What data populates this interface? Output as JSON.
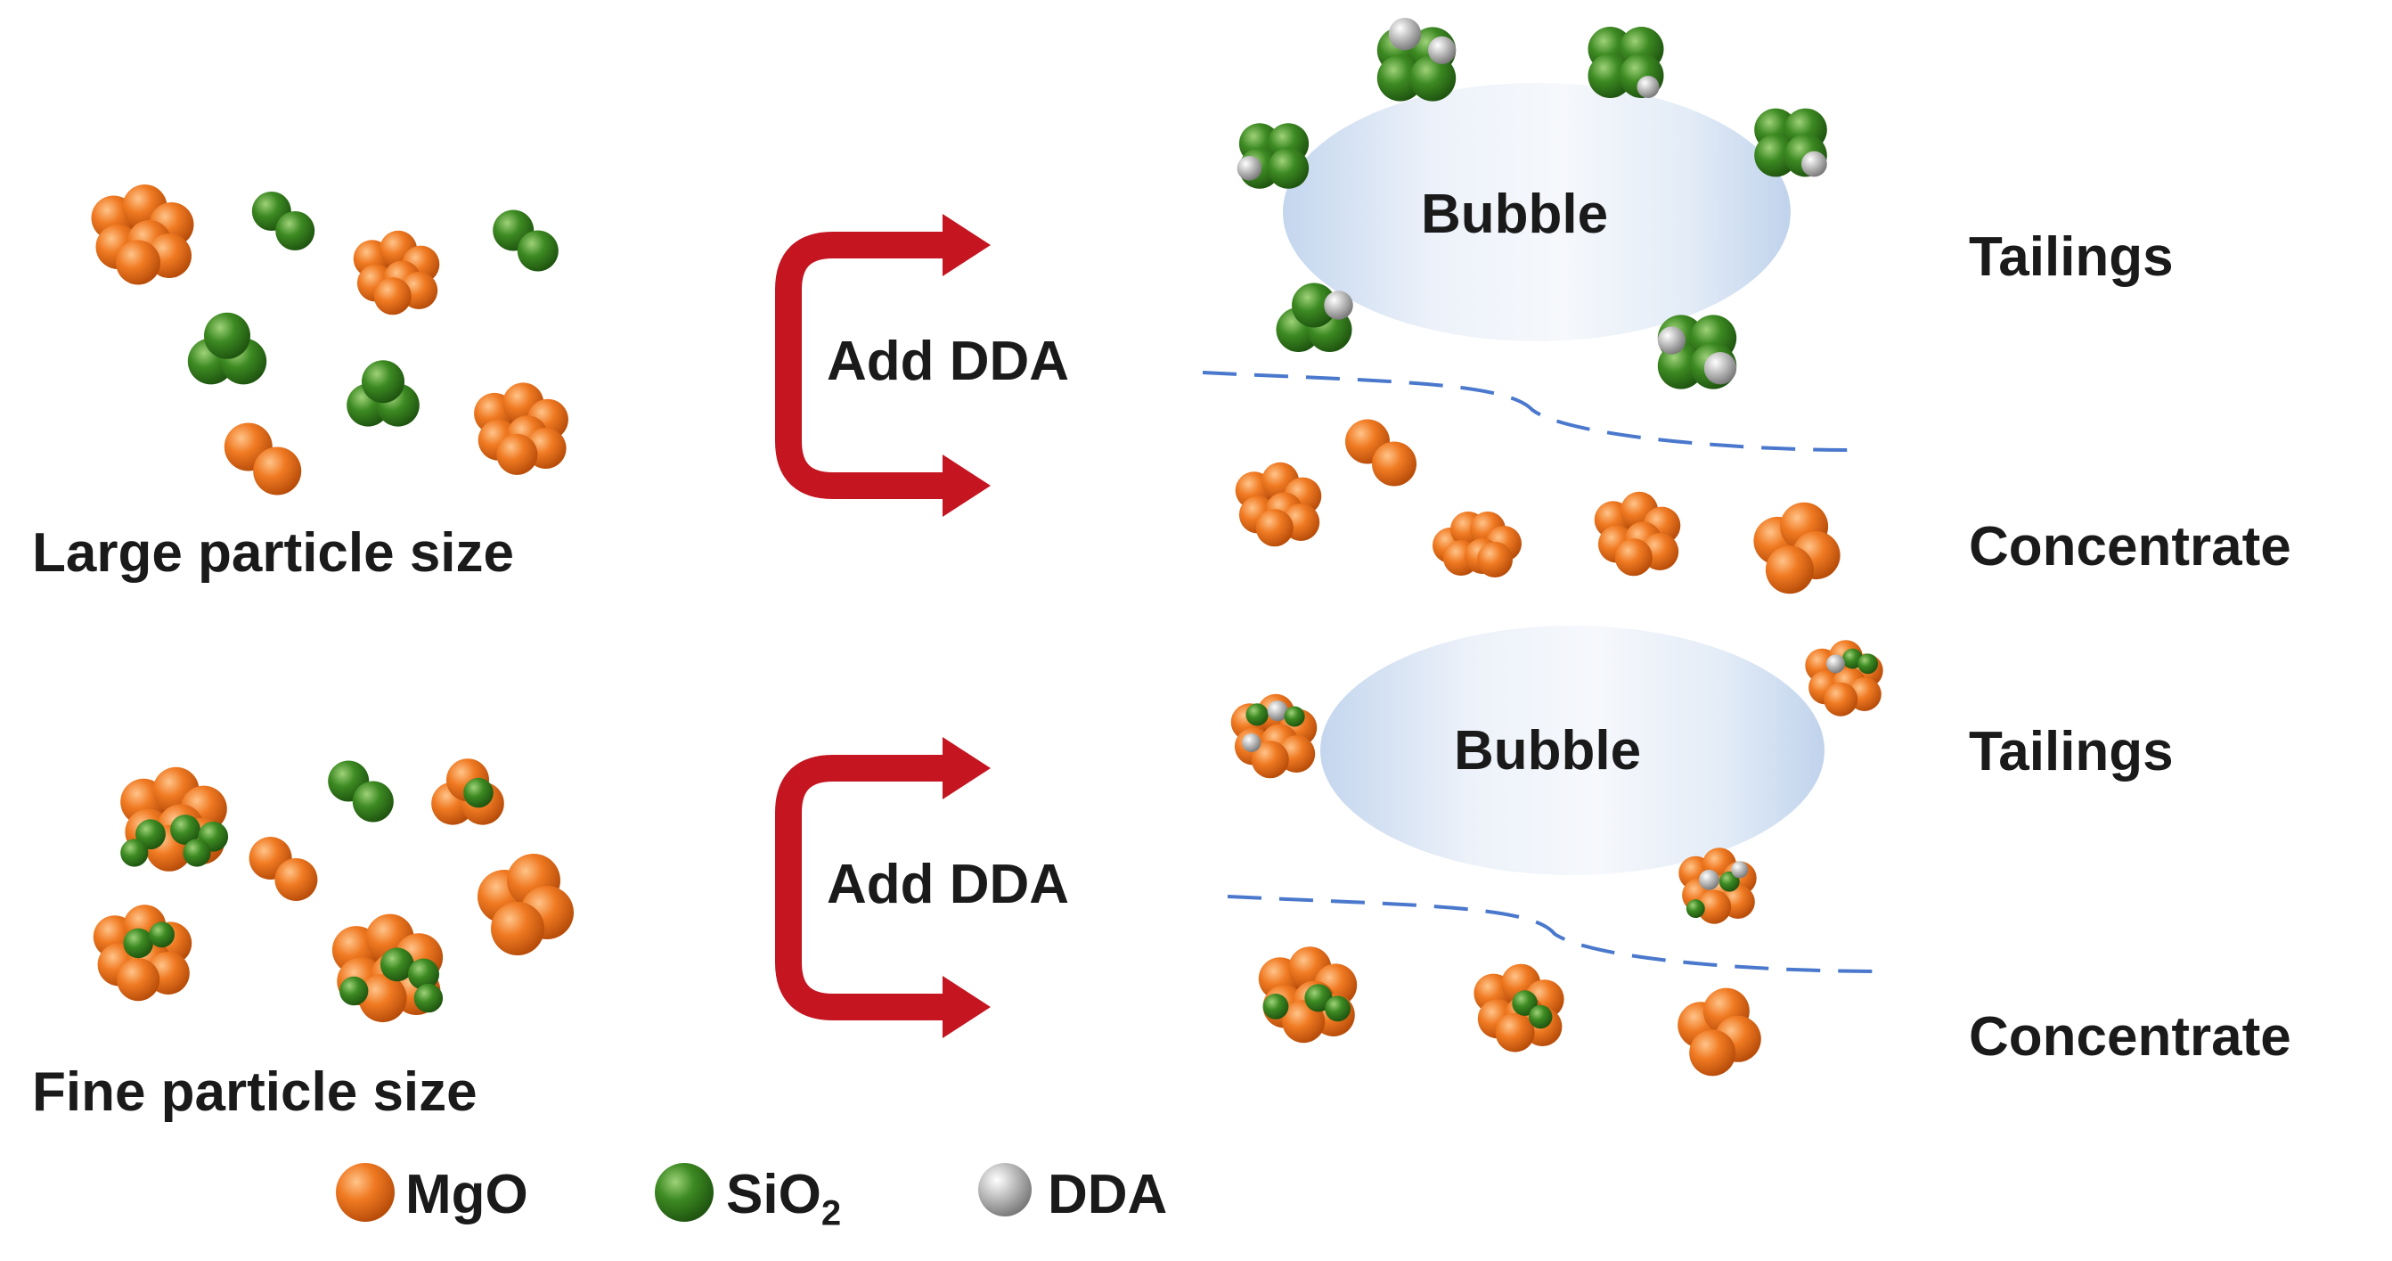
{
  "colors": {
    "mgo": "#f07a22",
    "sio2": "#3d8a22",
    "dda": "#b4b4b4",
    "arrow": "#c41520",
    "bubble": "#c7d8ef",
    "separator": "#4a78cc",
    "text": "#1a1a1a"
  },
  "panels": {
    "top": {
      "particle_label": "Large particle size",
      "step_label": "Add DDA",
      "bubble_label": "Bubble",
      "upper_output": "Tailings",
      "lower_output": "Concentrate"
    },
    "bottom": {
      "particle_label": "Fine particle size",
      "step_label": "Add DDA",
      "bubble_label": "Bubble",
      "upper_output": "Tailings",
      "lower_output": "Concentrate"
    }
  },
  "legend": [
    {
      "key": "mgo",
      "label": "MgO"
    },
    {
      "key": "sio2",
      "label": "SiO",
      "subscript": "2"
    },
    {
      "key": "dda",
      "label": "DDA"
    }
  ]
}
